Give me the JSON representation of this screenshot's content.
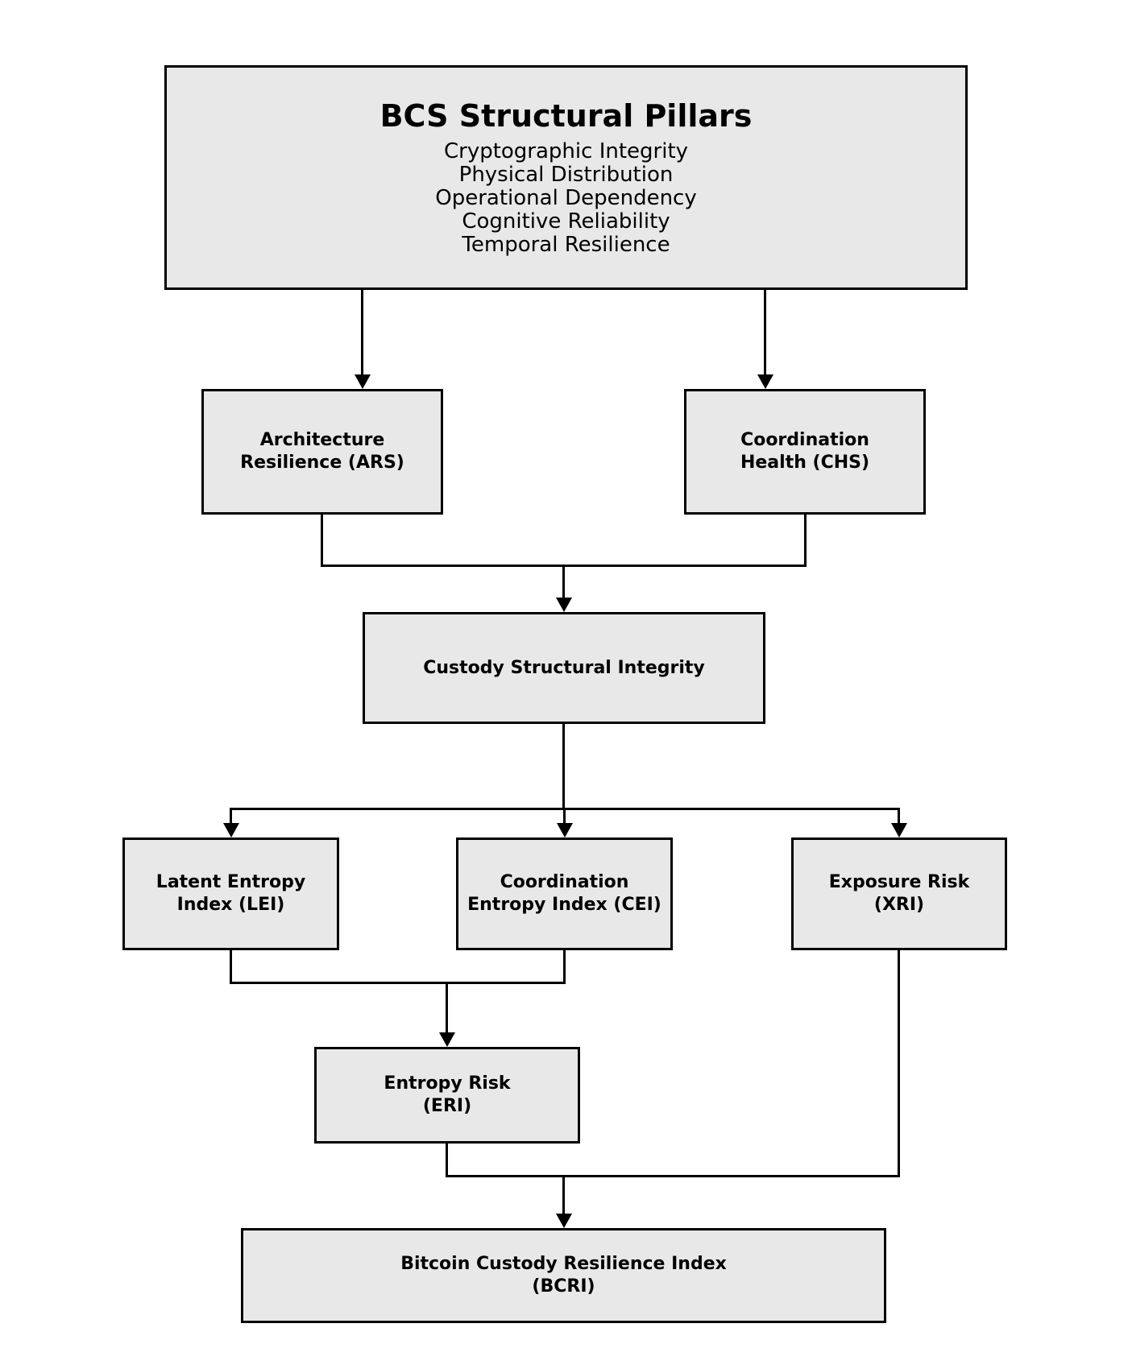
{
  "diagram": {
    "title_box": {
      "title": "BCS Structural Pillars",
      "pillars": [
        "Cryptographic Integrity",
        "Physical Distribution",
        "Operational Dependency",
        "Cognitive Reliability",
        "Temporal Resilience"
      ]
    },
    "nodes": {
      "ars": {
        "line1": "Architecture",
        "line2": "Resilience (ARS)"
      },
      "chs": {
        "line1": "Coordination",
        "line2": "Health (CHS)"
      },
      "csi": {
        "line1": "Custody Structural Integrity",
        "line2": ""
      },
      "lei": {
        "line1": "Latent Entropy",
        "line2": "Index (LEI)"
      },
      "cei": {
        "line1": "Coordination",
        "line2": "Entropy Index (CEI)"
      },
      "xri": {
        "line1": "Exposure Risk",
        "line2": "(XRI)"
      },
      "eri": {
        "line1": "Entropy Risk",
        "line2": "(ERI)"
      },
      "bcri": {
        "line1": "Bitcoin Custody Resilience Index",
        "line2": "(BCRI)"
      }
    },
    "colors": {
      "node_fill": "#e8e8e8",
      "node_border": "#000000",
      "background": "#ffffff",
      "text": "#000000"
    }
  }
}
